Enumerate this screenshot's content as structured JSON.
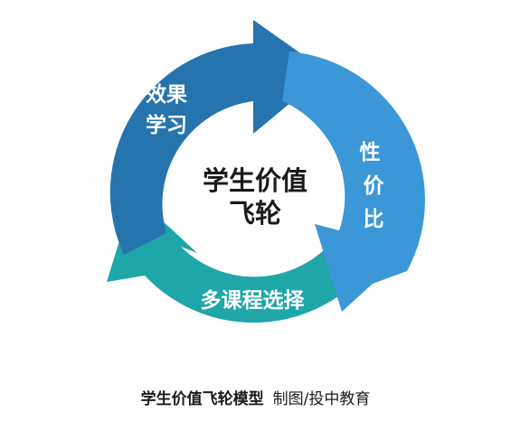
{
  "diagram": {
    "center": {
      "line1": "学生价值",
      "line2": "飞轮"
    },
    "segments": [
      {
        "id": "effect-learning",
        "lines": [
          "效果",
          "学习"
        ],
        "color": "#2674AE"
      },
      {
        "id": "cost-performance",
        "lines": [
          "性",
          "价",
          "比"
        ],
        "color": "#3B97D8"
      },
      {
        "id": "course-choice",
        "lines": [
          "多课程选择"
        ],
        "color": "#1FA6A8"
      }
    ]
  },
  "caption": {
    "title": "学生价值飞轮模型",
    "credit": "制图/投中教育"
  }
}
